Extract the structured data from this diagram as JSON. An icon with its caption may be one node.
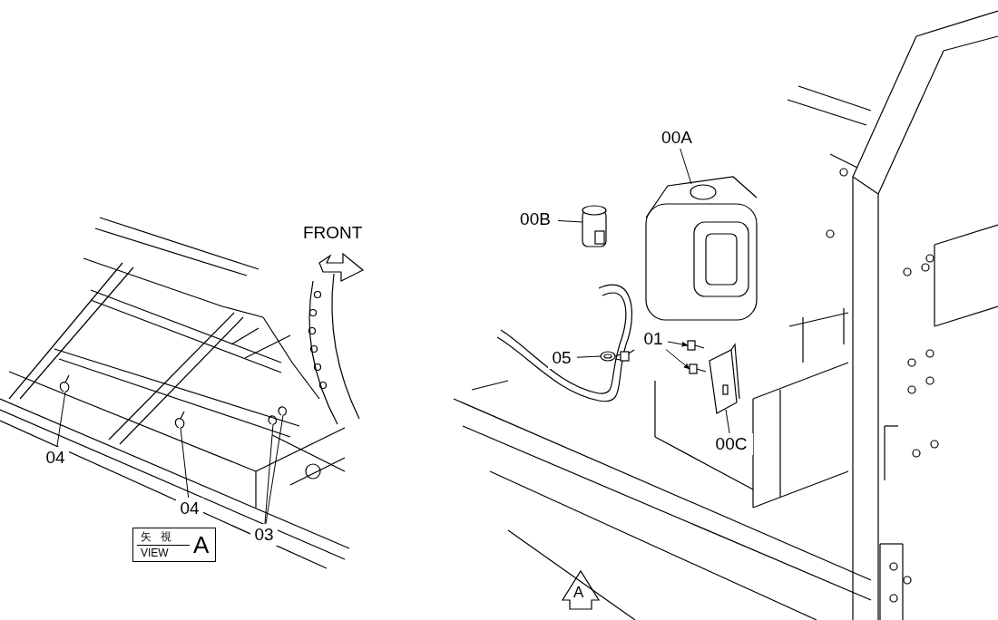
{
  "diagram": {
    "nodes": [
      {
        "text": [
          "00A"
        ]
      },
      {
        "text": [],
        "shape": "picture"
      },
      {
        "text": [
          "00B"
        ]
      },
      {
        "text": [],
        "shape": "picture"
      },
      {
        "text": [
          "01"
        ]
      },
      {
        "text": [],
        "shape": "picture"
      },
      {
        "text": [],
        "shape": "picture"
      },
      {
        "text": [
          "05"
        ]
      },
      {
        "text": [],
        "shape": "picture"
      },
      {
        "text": [
          "00C"
        ]
      },
      {
        "text": [],
        "shape": "picture"
      },
      {
        "text": [
          "04"
        ]
      },
      {
        "text": [],
        "shape": "picture"
      },
      {
        "text": [
          "04"
        ]
      },
      {
        "text": [],
        "shape": "picture"
      },
      {
        "text": [
          "03"
        ]
      },
      {
        "text": [],
        "shape": "picture"
      },
      {
        "text": [],
        "shape": "picture"
      }
    ],
    "edges": [
      {
        "from": 0,
        "to": 1,
        "arrow": "none"
      },
      {
        "from": 2,
        "to": 3,
        "arrow": "none"
      },
      {
        "from": 4,
        "to": 5,
        "arrow": "to"
      },
      {
        "from": 4,
        "to": 6,
        "arrow": "to"
      },
      {
        "from": 7,
        "to": 8,
        "arrow": "none"
      },
      {
        "from": 9,
        "to": 10,
        "arrow": "none"
      },
      {
        "from": 11,
        "to": 12,
        "arrow": "none"
      },
      {
        "from": 13,
        "to": 14,
        "arrow": "none"
      },
      {
        "from": 15,
        "to": 16,
        "arrow": "none"
      },
      {
        "from": 15,
        "to": 17,
        "arrow": "none"
      }
    ],
    "labels": [
      "FRONT",
      "矢 視",
      "VIEW",
      "A",
      "A"
    ]
  }
}
